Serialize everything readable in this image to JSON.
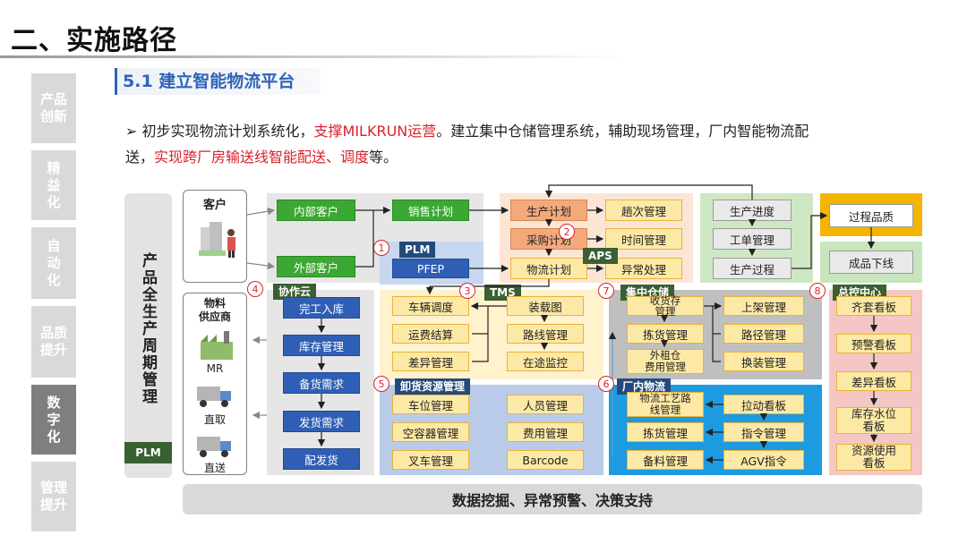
{
  "header": {
    "section_title": "二、实施路径",
    "subtitle": "5.1 建立智能物流平台"
  },
  "side_nav": [
    {
      "label": "产品\n创新",
      "active": false
    },
    {
      "label": "精\n益\n化",
      "active": false
    },
    {
      "label": "自\n动\n化",
      "active": false
    },
    {
      "label": "品质\n提升",
      "active": false
    },
    {
      "label": "数\n字\n化",
      "active": true
    },
    {
      "label": "管理\n提升",
      "active": false
    }
  ],
  "paragraph": {
    "bullet": "➢",
    "p1": "初步实现物流计划系统化，",
    "r1": "支撑MILKRUN运营",
    "p2": "。建立集中仓储管理系统，辅助现场管理，厂内智能物流配",
    "p3": "送，",
    "r2": "实现跨厂房输送线智能配送、调度",
    "p4": "等。"
  },
  "diagram": {
    "lifecycle_label": "产品全生产周期管理",
    "plm_bottom": "PLM",
    "customer": {
      "title": "客户"
    },
    "supplier": {
      "title": "物料\n供应商",
      "items": [
        "MR",
        "直取",
        "直送"
      ]
    },
    "customer_flow": {
      "internal": "内部客户",
      "external": "外部客户",
      "sales_plan": "销售计划"
    },
    "plm": {
      "tag": "PLM",
      "item": "PFEP"
    },
    "aps": {
      "tag": "APS",
      "left": [
        "生产计划",
        "采购计划",
        "物流计划"
      ],
      "right": [
        "趟次管理",
        "时间管理",
        "异常处理"
      ]
    },
    "progress": [
      "生产进度",
      "工单管理",
      "生产过程"
    ],
    "quality": [
      "过程品质",
      "成品下线"
    ],
    "collab": {
      "tag": "协作云",
      "items": [
        "完工入库",
        "库存管理",
        "备货需求",
        "发货需求",
        "配发货"
      ]
    },
    "tms": {
      "tag": "TMS",
      "left": [
        "车辆调度",
        "运费结算",
        "差异管理"
      ],
      "right": [
        "装载图",
        "路线管理",
        "在途监控"
      ]
    },
    "warehouse": {
      "tag": "集中仓储",
      "left": [
        "收货存\n管理",
        "拣货管理",
        "外租仓\n费用管理"
      ],
      "right": [
        "上架管理",
        "路径管理",
        "换装管理"
      ]
    },
    "control": {
      "tag": "总控中心",
      "items": [
        "齐套看板",
        "预警看板",
        "差异看板",
        "库存水位\n看板",
        "资源使用\n看板"
      ]
    },
    "resources": {
      "tag": "卸货资源管理",
      "left": [
        "车位管理",
        "空容器管理",
        "叉车管理"
      ],
      "right": [
        "人员管理",
        "费用管理",
        "Barcode"
      ]
    },
    "inplant": {
      "tag": "厂内物流",
      "left": [
        "物流工艺路\n线管理",
        "拣货管理",
        "备料管理"
      ],
      "right": [
        "拉动看板",
        "指令管理",
        "AGV指令"
      ]
    },
    "numbers": [
      "1",
      "2",
      "3",
      "4",
      "5",
      "6",
      "7",
      "8"
    ],
    "footer": "数据挖掘、异常预警、决策支持"
  }
}
